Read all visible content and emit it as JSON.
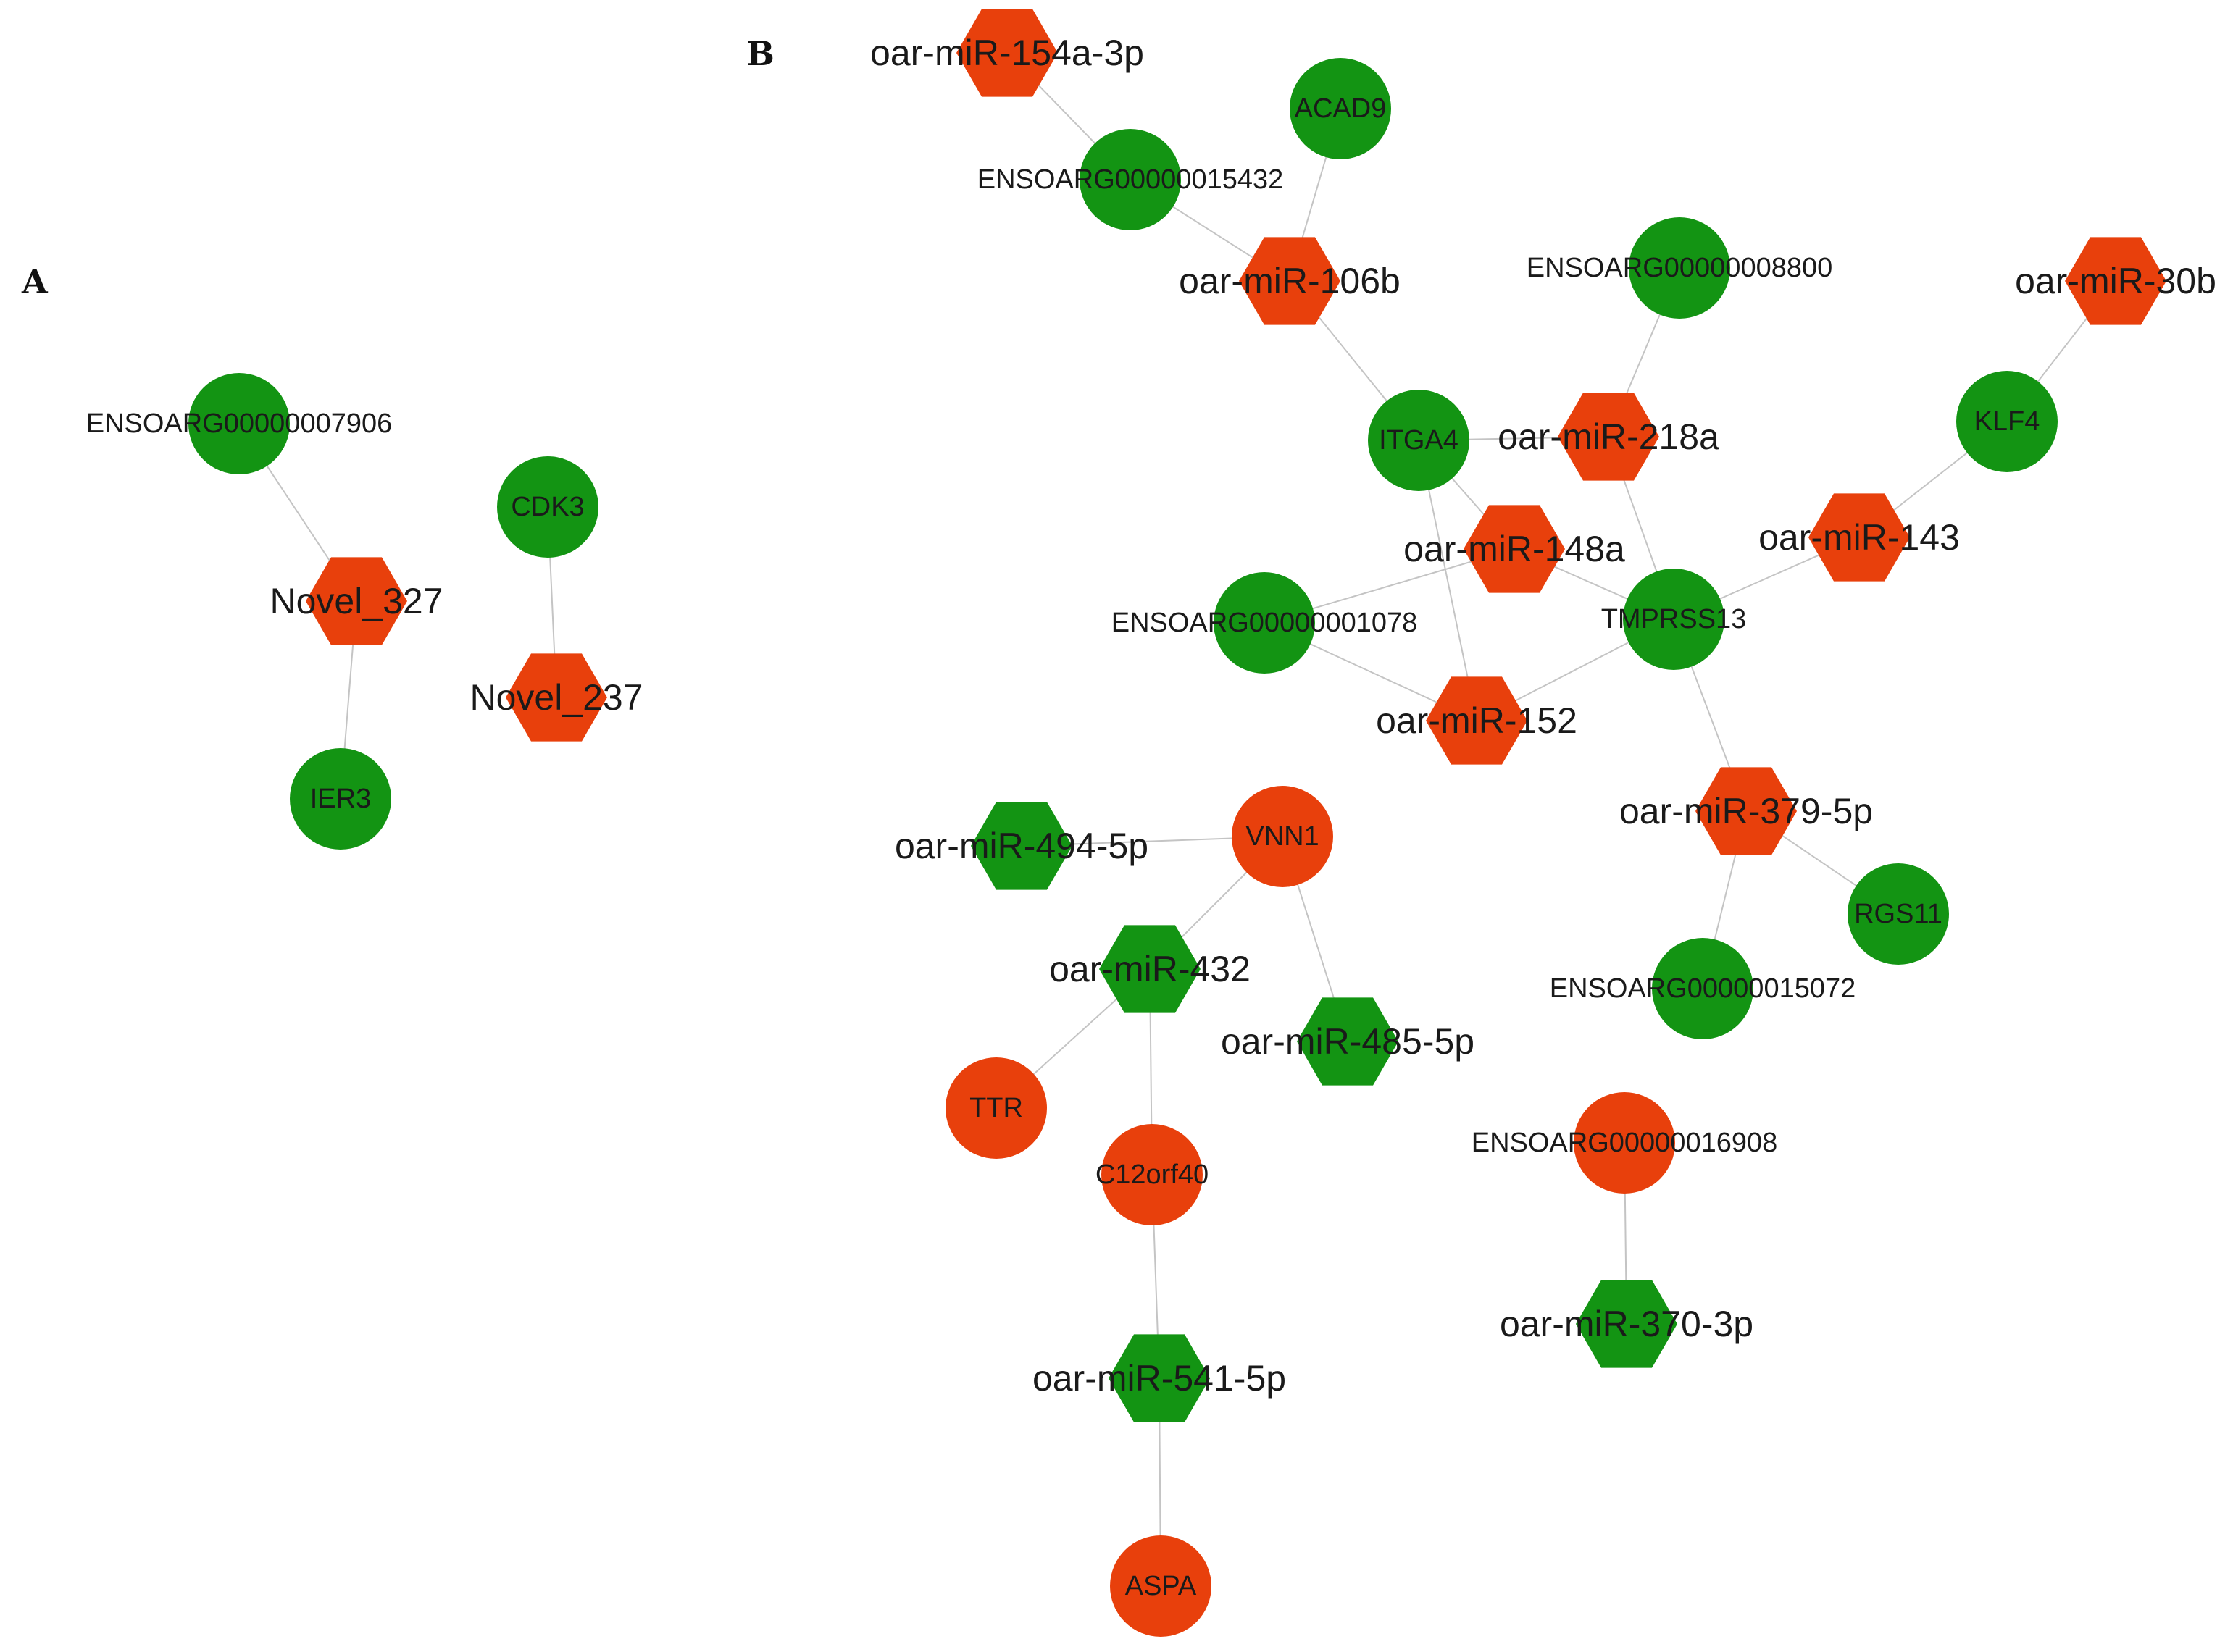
{
  "panels": [
    {
      "id": "A",
      "label": "A"
    },
    {
      "id": "B",
      "label": "B"
    }
  ],
  "colors": {
    "up": "#e8400c",
    "down": "#139413",
    "edge": "#c4c4c4"
  },
  "nodes": [
    {
      "id": "ensoarg7906",
      "label": "ENSOARG00000007906",
      "shape": "circle",
      "regulation": "down",
      "kind": "ensembl"
    },
    {
      "id": "novel327",
      "label": "Novel_327",
      "shape": "hexagon",
      "regulation": "up",
      "kind": "mirna"
    },
    {
      "id": "ier3",
      "label": "IER3",
      "shape": "circle",
      "regulation": "down",
      "kind": "gene"
    },
    {
      "id": "cdk3",
      "label": "CDK3",
      "shape": "circle",
      "regulation": "down",
      "kind": "gene"
    },
    {
      "id": "novel237",
      "label": "Novel_237",
      "shape": "hexagon",
      "regulation": "up",
      "kind": "mirna"
    },
    {
      "id": "mir154a",
      "label": "oar-miR-154a-3p",
      "shape": "hexagon",
      "regulation": "up",
      "kind": "mirna"
    },
    {
      "id": "acad9",
      "label": "ACAD9",
      "shape": "circle",
      "regulation": "down",
      "kind": "gene"
    },
    {
      "id": "ensoarg15432",
      "label": "ENSOARG00000015432",
      "shape": "circle",
      "regulation": "down",
      "kind": "ensembl"
    },
    {
      "id": "mir106b",
      "label": "oar-miR-106b",
      "shape": "hexagon",
      "regulation": "up",
      "kind": "mirna"
    },
    {
      "id": "ensoarg8800",
      "label": "ENSOARG00000008800",
      "shape": "circle",
      "regulation": "down",
      "kind": "ensembl"
    },
    {
      "id": "mir30b",
      "label": "oar-miR-30b",
      "shape": "hexagon",
      "regulation": "up",
      "kind": "mirna"
    },
    {
      "id": "itga4",
      "label": "ITGA4",
      "shape": "circle",
      "regulation": "down",
      "kind": "gene"
    },
    {
      "id": "mir218a",
      "label": "oar-miR-218a",
      "shape": "hexagon",
      "regulation": "up",
      "kind": "mirna"
    },
    {
      "id": "klf4",
      "label": "KLF4",
      "shape": "circle",
      "regulation": "down",
      "kind": "gene"
    },
    {
      "id": "mir148a",
      "label": "oar-miR-148a",
      "shape": "hexagon",
      "regulation": "up",
      "kind": "mirna"
    },
    {
      "id": "mir143",
      "label": "oar-miR-143",
      "shape": "hexagon",
      "regulation": "up",
      "kind": "mirna"
    },
    {
      "id": "ensoarg1078",
      "label": "ENSOARG00000001078",
      "shape": "circle",
      "regulation": "down",
      "kind": "ensembl"
    },
    {
      "id": "tmprss13",
      "label": "TMPRSS13",
      "shape": "circle",
      "regulation": "down",
      "kind": "gene"
    },
    {
      "id": "mir152",
      "label": "oar-miR-152",
      "shape": "hexagon",
      "regulation": "up",
      "kind": "mirna"
    },
    {
      "id": "mir379",
      "label": "oar-miR-379-5p",
      "shape": "hexagon",
      "regulation": "up",
      "kind": "mirna"
    },
    {
      "id": "rgs11",
      "label": "RGS11",
      "shape": "circle",
      "regulation": "down",
      "kind": "gene"
    },
    {
      "id": "ensoarg15072",
      "label": "ENSOARG00000015072",
      "shape": "circle",
      "regulation": "down",
      "kind": "ensembl"
    },
    {
      "id": "mir494",
      "label": "oar-miR-494-5p",
      "shape": "hexagon",
      "regulation": "down",
      "kind": "mirna"
    },
    {
      "id": "vnn1",
      "label": "VNN1",
      "shape": "circle",
      "regulation": "up",
      "kind": "gene"
    },
    {
      "id": "mir432",
      "label": "oar-miR-432",
      "shape": "hexagon",
      "regulation": "down",
      "kind": "mirna"
    },
    {
      "id": "mir485",
      "label": "oar-miR-485-5p",
      "shape": "hexagon",
      "regulation": "down",
      "kind": "mirna"
    },
    {
      "id": "ttr",
      "label": "TTR",
      "shape": "circle",
      "regulation": "up",
      "kind": "gene"
    },
    {
      "id": "c12orf40",
      "label": "C12orf40",
      "shape": "circle",
      "regulation": "up",
      "kind": "gene"
    },
    {
      "id": "ensoarg16908",
      "label": "ENSOARG00000016908",
      "shape": "circle",
      "regulation": "up",
      "kind": "ensembl"
    },
    {
      "id": "mir370",
      "label": "oar-miR-370-3p",
      "shape": "hexagon",
      "regulation": "down",
      "kind": "mirna"
    },
    {
      "id": "mir541",
      "label": "oar-miR-541-5p",
      "shape": "hexagon",
      "regulation": "down",
      "kind": "mirna"
    },
    {
      "id": "aspa",
      "label": "ASPA",
      "shape": "circle",
      "regulation": "up",
      "kind": "gene"
    }
  ],
  "edges": [
    [
      "ensoarg7906",
      "novel327"
    ],
    [
      "novel327",
      "ier3"
    ],
    [
      "cdk3",
      "novel237"
    ],
    [
      "mir154a",
      "ensoarg15432"
    ],
    [
      "ensoarg15432",
      "mir106b"
    ],
    [
      "acad9",
      "mir106b"
    ],
    [
      "mir106b",
      "itga4"
    ],
    [
      "itga4",
      "mir218a"
    ],
    [
      "itga4",
      "mir148a"
    ],
    [
      "itga4",
      "mir152"
    ],
    [
      "ensoarg8800",
      "mir218a"
    ],
    [
      "mir218a",
      "tmprss13"
    ],
    [
      "mir148a",
      "tmprss13"
    ],
    [
      "ensoarg1078",
      "mir148a"
    ],
    [
      "ensoarg1078",
      "mir152"
    ],
    [
      "mir152",
      "tmprss13"
    ],
    [
      "tmprss13",
      "mir143"
    ],
    [
      "mir143",
      "klf4"
    ],
    [
      "klf4",
      "mir30b"
    ],
    [
      "tmprss13",
      "mir379"
    ],
    [
      "mir379",
      "rgs11"
    ],
    [
      "mir379",
      "ensoarg15072"
    ],
    [
      "mir494",
      "vnn1"
    ],
    [
      "vnn1",
      "mir432"
    ],
    [
      "vnn1",
      "mir485"
    ],
    [
      "mir432",
      "ttr"
    ],
    [
      "mir432",
      "c12orf40"
    ],
    [
      "c12orf40",
      "mir541"
    ],
    [
      "mir541",
      "aspa"
    ],
    [
      "ensoarg16908",
      "mir370"
    ]
  ]
}
